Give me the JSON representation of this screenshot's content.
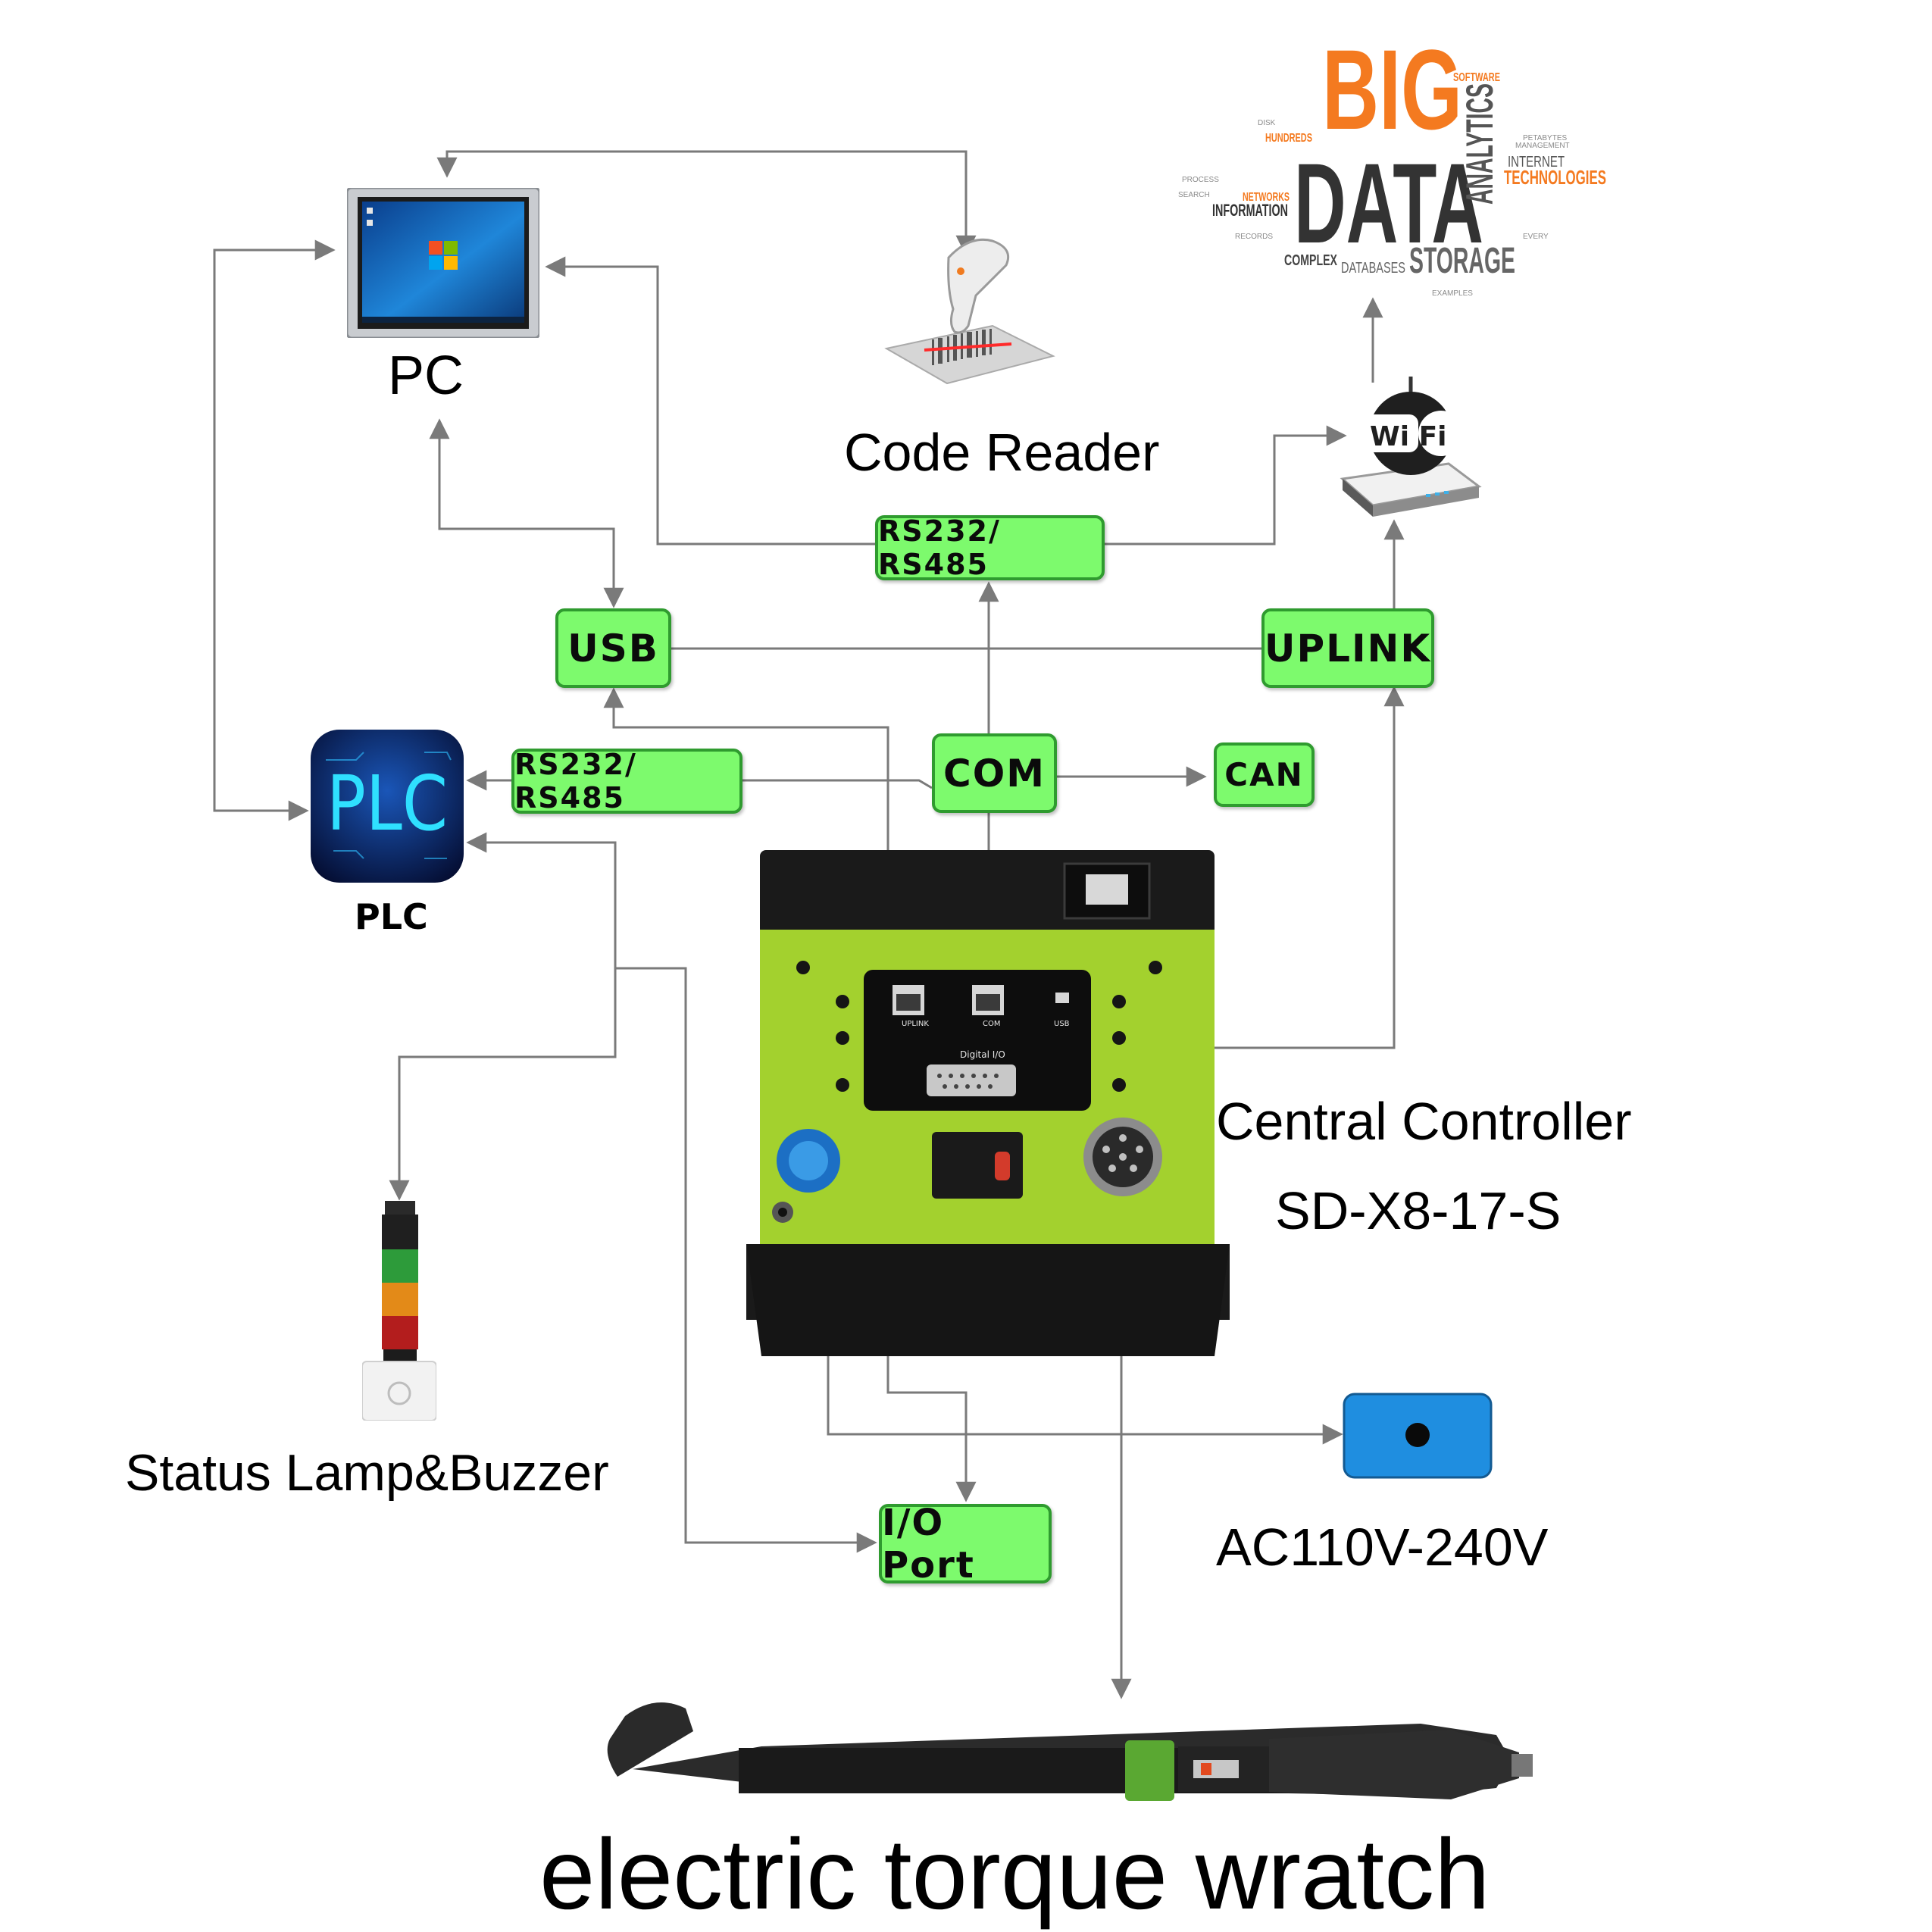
{
  "labels": {
    "pc": "PC",
    "code_reader": "Code Reader",
    "plc": "PLC",
    "status_lamp": "Status Lamp&Buzzer",
    "central_controller": "Central Controller",
    "model": "SD-X8-17-S",
    "power": "AC110V-240V",
    "tool": "electric torque wratch"
  },
  "interfaces": {
    "rs485_top": "RS232/ RS485",
    "usb": "USB",
    "uplink": "UPLINK",
    "com": "COM",
    "can": "CAN",
    "rs485_plc": "RS232/ RS485",
    "io_port": "I/O Port"
  },
  "icon_text": {
    "plc_logo": "PLC",
    "wifi": "Wi Fi",
    "big": "BIG",
    "data": "DATA",
    "analytics": "ANALYTICS",
    "storage": "STORAGE",
    "technologies": "TECHNOLOGIES",
    "information": "INFORMATION",
    "software": "SOFTWARE",
    "internet": "INTERNET",
    "complex": "COMPLEX",
    "databases": "DATABASES",
    "networks": "NETWORKS",
    "hundreds": "HUNDREDS",
    "port_uplink": "UPLINK",
    "port_com": "COM",
    "port_usb": "USB",
    "port_dio": "Digital I/O"
  },
  "colors": {
    "tag_fill": "#7dfa6d",
    "tag_border": "#2f9b2f",
    "controller_green": "#a3d12e",
    "power_blue": "#1f8ee0",
    "wire": "#7a7a7a"
  }
}
